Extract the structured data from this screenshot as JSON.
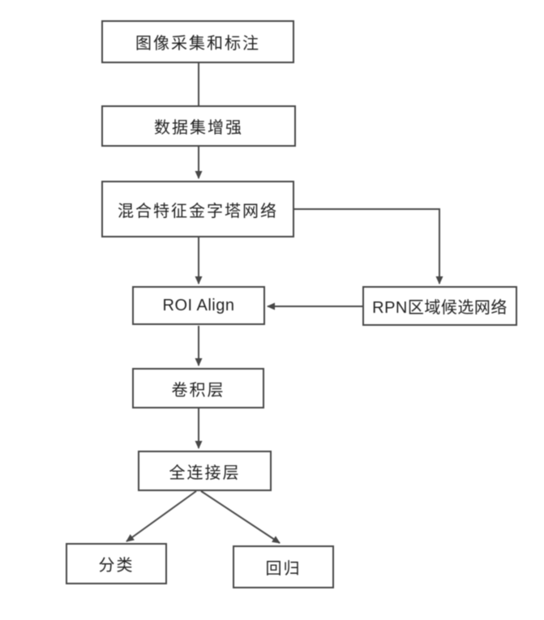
{
  "diagram": {
    "type": "flowchart",
    "description": "Vertical flowchart of an instance-segmentation network training pipeline",
    "nodes": [
      {
        "id": "image-collection",
        "label": "图像采集和标注"
      },
      {
        "id": "dataset-augmentation",
        "label": "数据集增强"
      },
      {
        "id": "hybrid-fpn",
        "label": "混合特征金字塔网络"
      },
      {
        "id": "roi-align",
        "label": "ROI Align"
      },
      {
        "id": "rpn",
        "label": "RPN区域候选网络"
      },
      {
        "id": "conv-layer",
        "label": "卷积层"
      },
      {
        "id": "fc-layer",
        "label": "全连接层"
      },
      {
        "id": "classification",
        "label": "分类"
      },
      {
        "id": "regression",
        "label": "回归"
      }
    ],
    "edges": [
      {
        "from": "image-collection",
        "to": "dataset-augmentation",
        "arrow": false
      },
      {
        "from": "dataset-augmentation",
        "to": "hybrid-fpn",
        "arrow": true
      },
      {
        "from": "hybrid-fpn",
        "to": "roi-align",
        "arrow": true
      },
      {
        "from": "hybrid-fpn",
        "to": "rpn",
        "arrow": true,
        "route": "right-elbow"
      },
      {
        "from": "rpn",
        "to": "roi-align",
        "arrow": true,
        "route": "horizontal"
      },
      {
        "from": "roi-align",
        "to": "conv-layer",
        "arrow": true
      },
      {
        "from": "conv-layer",
        "to": "fc-layer",
        "arrow": true
      },
      {
        "from": "fc-layer",
        "to": "classification",
        "arrow": true,
        "route": "diagonal-left"
      },
      {
        "from": "fc-layer",
        "to": "regression",
        "arrow": true,
        "route": "diagonal-right"
      }
    ],
    "colors": {
      "background": "#ffffff",
      "box_border": "#474747",
      "line": "#4a4a4a",
      "text": "#222222"
    }
  }
}
